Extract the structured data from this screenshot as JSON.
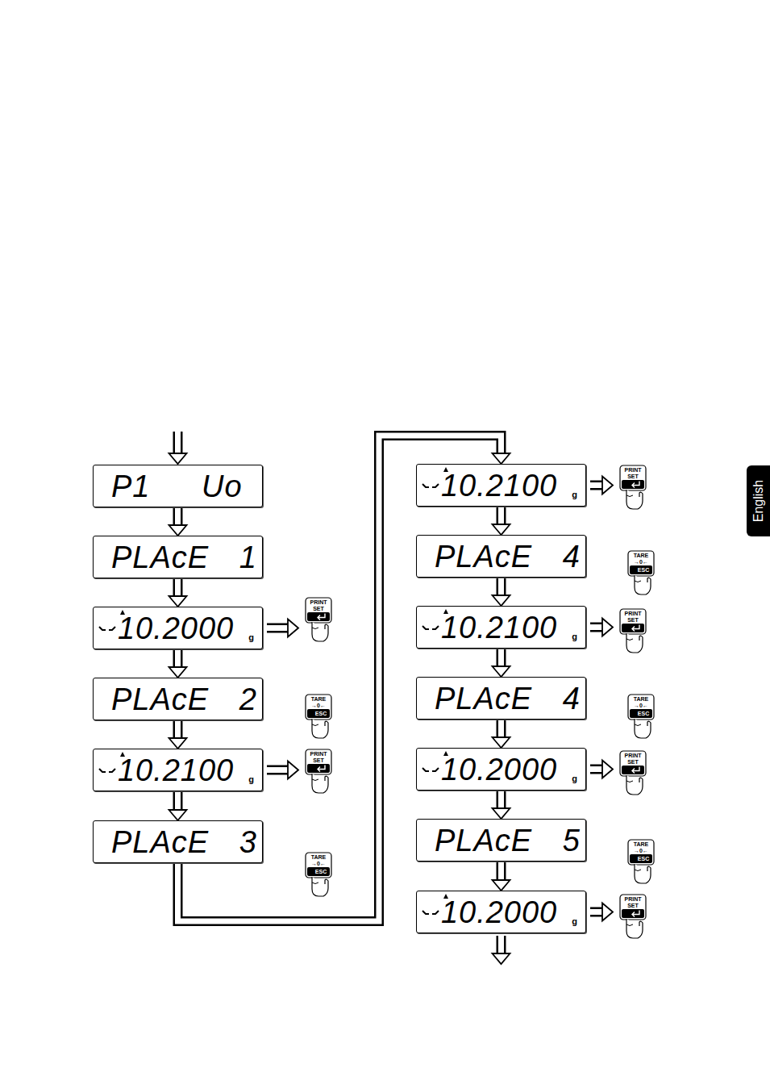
{
  "diagram": {
    "nodes": [
      {
        "text": [
          "P1 Uo"
        ]
      },
      {
        "text": [
          "PLAcE 1"
        ]
      },
      {
        "text": [
          "10.2000",
          "g"
        ]
      },
      {
        "text": [
          "PRINT SET"
        ]
      },
      {
        "text": [
          "PLAcE 2"
        ]
      },
      {
        "text": [
          "TARE →0←",
          "ESC"
        ]
      },
      {
        "text": [
          "10.2100",
          "g"
        ]
      },
      {
        "text": [
          "PRINT SET"
        ]
      },
      {
        "text": [
          "PLAcE 3"
        ]
      },
      {
        "text": [
          "TARE →0←",
          "ESC"
        ]
      },
      {
        "text": [
          "10.2100",
          "g"
        ]
      },
      {
        "text": [
          "PRINT SET"
        ]
      },
      {
        "text": [
          "PLAcE 4"
        ]
      },
      {
        "text": [
          "TARE →0←",
          "ESC"
        ]
      },
      {
        "text": [
          "10.2100",
          "g"
        ]
      },
      {
        "text": [
          "PRINT SET"
        ]
      },
      {
        "text": [
          "PLAcE 4"
        ]
      },
      {
        "text": [
          "TARE →0←",
          "ESC"
        ]
      },
      {
        "text": [
          "10.2000",
          "g"
        ]
      },
      {
        "text": [
          "PRINT SET"
        ]
      },
      {
        "text": [
          "PLAcE 5"
        ]
      },
      {
        "text": [
          "TARE →0←",
          "ESC"
        ]
      },
      {
        "text": [
          "10.2000",
          "g"
        ]
      },
      {
        "text": [
          "PRINT SET"
        ]
      }
    ],
    "edges": [
      {
        "from": 0,
        "to": 1,
        "arrow": "to"
      },
      {
        "from": 1,
        "to": 2,
        "arrow": "to"
      },
      {
        "from": 2,
        "to": 3,
        "arrow": "to"
      },
      {
        "from": 2,
        "to": 4,
        "arrow": "to"
      },
      {
        "from": 4,
        "to": 6,
        "arrow": "to"
      },
      {
        "from": 6,
        "to": 7,
        "arrow": "to"
      },
      {
        "from": 6,
        "to": 8,
        "arrow": "to"
      },
      {
        "from": 8,
        "to": 10,
        "arrow": "to"
      },
      {
        "from": 10,
        "to": 11,
        "arrow": "to"
      },
      {
        "from": 10,
        "to": 12,
        "arrow": "to"
      },
      {
        "from": 12,
        "to": 14,
        "arrow": "to"
      },
      {
        "from": 14,
        "to": 15,
        "arrow": "to"
      },
      {
        "from": 14,
        "to": 16,
        "arrow": "to"
      },
      {
        "from": 16,
        "to": 18,
        "arrow": "to"
      },
      {
        "from": 18,
        "to": 19,
        "arrow": "to"
      },
      {
        "from": 18,
        "to": 20,
        "arrow": "to"
      },
      {
        "from": 20,
        "to": 22,
        "arrow": "to"
      },
      {
        "from": 22,
        "to": 23,
        "arrow": "to"
      }
    ],
    "labels": [
      "English"
    ]
  }
}
